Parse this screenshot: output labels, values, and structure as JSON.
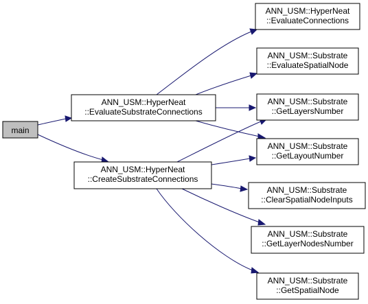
{
  "colors": {
    "edge": "#191970",
    "node_fill": "#ffffff",
    "root_fill": "#bfbfbf",
    "node_border": "#000000"
  },
  "nodes": {
    "main": {
      "lines": [
        "main"
      ]
    },
    "evaluate_substrate_connections": {
      "lines": [
        "ANN_USM::HyperNeat",
        "::EvaluateSubstrateConnections"
      ]
    },
    "create_substrate_connections": {
      "lines": [
        "ANN_USM::HyperNeat",
        "::CreateSubstrateConnections"
      ]
    },
    "evaluate_connections": {
      "lines": [
        "ANN_USM::HyperNeat",
        "::EvaluateConnections"
      ]
    },
    "evaluate_spatial_node": {
      "lines": [
        "ANN_USM::Substrate",
        "::EvaluateSpatialNode"
      ]
    },
    "get_layers_number": {
      "lines": [
        "ANN_USM::Substrate",
        "::GetLayersNumber"
      ]
    },
    "get_layout_number": {
      "lines": [
        "ANN_USM::Substrate",
        "::GetLayoutNumber"
      ]
    },
    "clear_spatial_node_inputs": {
      "lines": [
        "ANN_USM::Substrate",
        "::ClearSpatialNodeInputs"
      ]
    },
    "get_layer_nodes_number": {
      "lines": [
        "ANN_USM::Substrate",
        "::GetLayerNodesNumber"
      ]
    },
    "get_spatial_node": {
      "lines": [
        "ANN_USM::Substrate",
        "::GetSpatialNode"
      ]
    }
  }
}
